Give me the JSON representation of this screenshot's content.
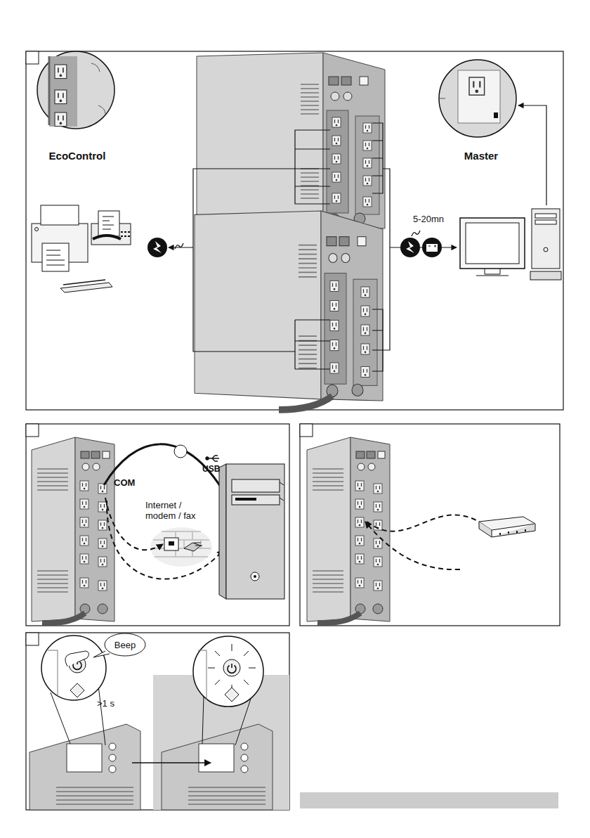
{
  "diagram": {
    "nodes": [
      {
        "text": [
          "Beep"
        ]
      }
    ],
    "labels": [
      "EcoControl",
      "Master",
      "5-20mn",
      "COM",
      "USB",
      "Internet / modem / fax",
      ">1 s"
    ]
  }
}
